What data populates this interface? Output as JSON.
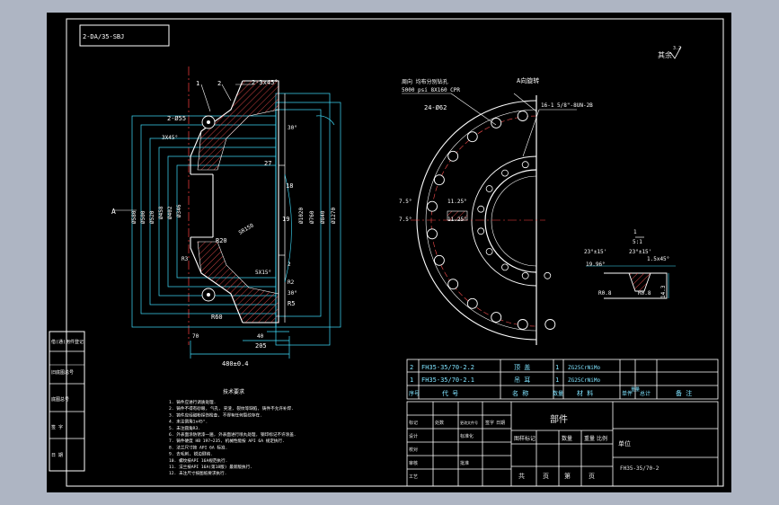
{
  "drawing_code": "2-DA/35-SBJ",
  "roughness": "其余",
  "roughness_value": "3.2",
  "section_labels": {
    "leader_1": "1",
    "leader_2": "2",
    "chamfer_top": "2-3x45°",
    "dia_55": "2-Ø55",
    "chamfer_left": "3X45°",
    "a_arrow": "A",
    "r20": "R20",
    "r150": "SR150",
    "r3": "R3",
    "r60": "R60",
    "r5": "R5",
    "r2": "R2",
    "dim_30": "30°",
    "dim_27": "27",
    "dim_18": "18",
    "dim_19": "19",
    "dim_5x15": "5X15°",
    "dim_40": "40",
    "dim_205": "205",
    "dim_70": "70",
    "dim_480": "480±0.4",
    "dim_30b": "30°",
    "dim_2": "2",
    "vdims_left": [
      "Ø580",
      "Ø500",
      "Ø520",
      "Ø458",
      "Ø402",
      "Ø346"
    ],
    "vdims_right": [
      "Ø760",
      "Ø840",
      "Ø1270",
      "Ø1020"
    ]
  },
  "plan_labels": {
    "note_top": "周向 均布分别钻孔",
    "note_psi": "5000 psi  8X160 CPR",
    "title_a": "A向旋转",
    "holes": "24-Ø62",
    "bolt": "16-1 5/8\"-8UN-2B",
    "dim_7_5a": "7.5°",
    "dim_7_5b": "7.5°",
    "dim_11a": "11.25°",
    "dim_11b": "11.25°"
  },
  "detail": {
    "ratio_top": "1",
    "ratio_bottom": "5:1",
    "angle1": "23°±15'",
    "angle2": "23°±15'",
    "angle3": "19.96°",
    "chamfer": "1.5x45°",
    "r08a": "R0.8",
    "r08b": "R0.8",
    "dim": "14.3"
  },
  "tech_req": {
    "title": "技术要求",
    "lines": [
      "1. 铸件应进行调质处理.",
      "2. 铸件不得有砂眼, 气孔, 夹渣, 裂纹等缺陷, 铸件不允许补焊.",
      "3. 铸件应经磁粉探伤检查, 不得有任何裂纹存在.",
      "4. 未注倒角1x45°.",
      "5. 未注圆角R3.",
      "6. 外表面涂防锈漆一遍, 外表面进行喷丸处理, 钢印标记不许涂盖.",
      "7. 铸件硬度 HB 197~235, 机械性能按 API 6A 规定执行.",
      "8. 法兰尺寸按 API 6A 标准.",
      "9. 去毛刺, 锐边倒钝.",
      "10. 螺纹按API 16A规范执行.",
      "11. 法兰按API 16A(第18版) 最新版执行.",
      "12. 未注尺寸按图纸要求执行."
    ]
  },
  "bom": {
    "rows": [
      {
        "no": "2",
        "code": "FH35-35/70-2.2",
        "name": "顶 盖",
        "qty": "1",
        "material": "ZG25CrNiMo"
      },
      {
        "no": "1",
        "code": "FH35-35/70-2.1",
        "name": "吊 耳",
        "qty": "1",
        "material": "ZG25CrNiMo"
      }
    ],
    "headers": [
      "序号",
      "代 号",
      "名 称",
      "数量",
      "材 料",
      "单件",
      "总计",
      "备 注"
    ],
    "weight_label": "重量"
  },
  "title_block": {
    "part_name": "部件",
    "company": "单位",
    "drawing_no": "FH35-35/70-2",
    "stage_labels": [
      "图样标记",
      "数量",
      "重量",
      "比例"
    ],
    "sheet_labels": [
      "共",
      "页",
      "第",
      "页"
    ],
    "left_rows": [
      "标记",
      "处数",
      "更改文件号",
      "签字",
      "日期"
    ],
    "sign_rows": [
      "设计",
      "校对",
      "审核",
      "工艺"
    ],
    "std_label": "标准化",
    "approve_label": "批准"
  },
  "margin_labels": [
    "借(通)用件登记",
    "旧底图总号",
    "底图总号",
    "签 字",
    "日 期"
  ]
}
